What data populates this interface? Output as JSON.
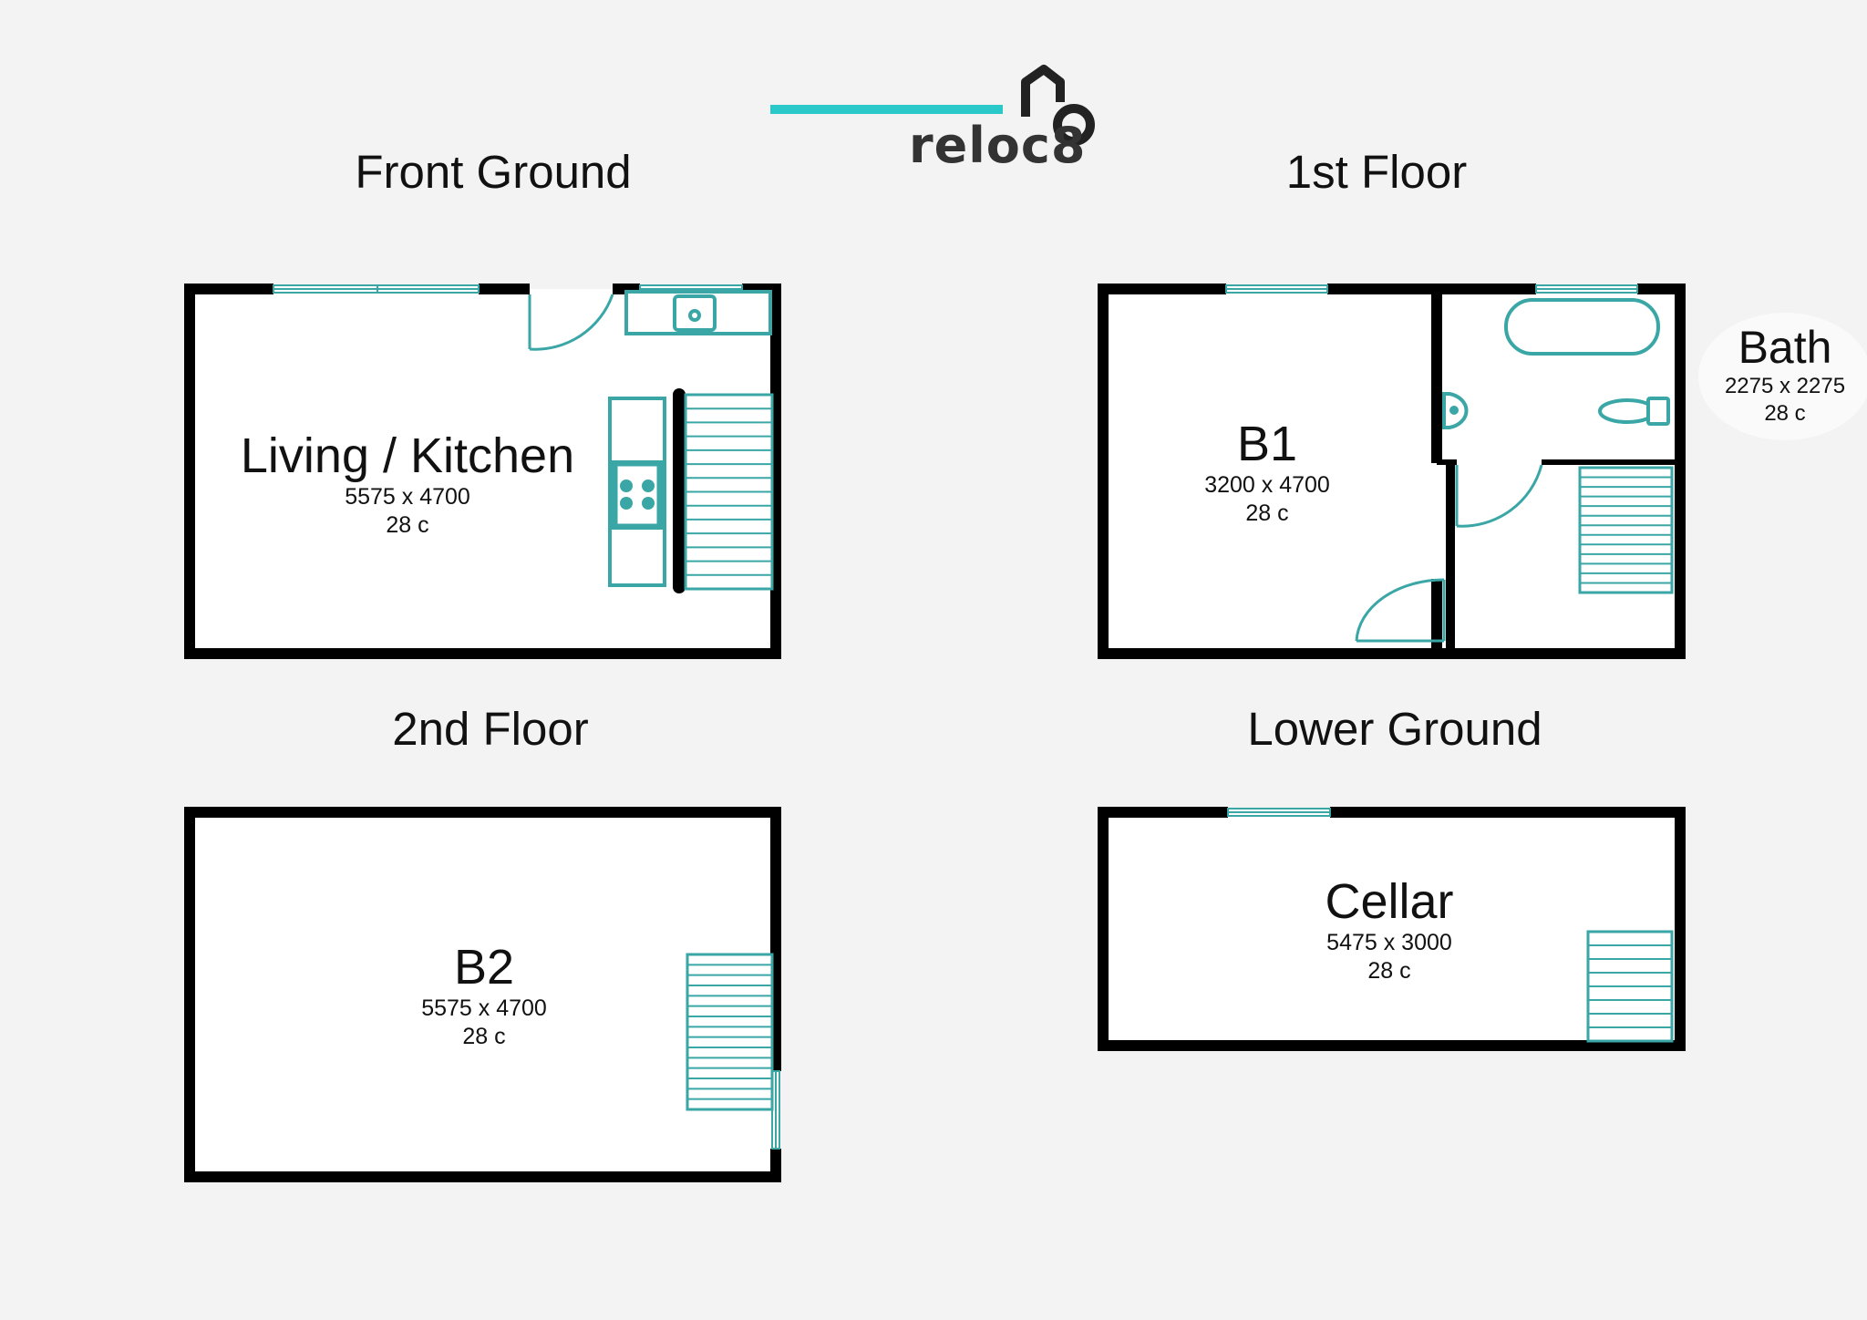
{
  "brand": {
    "name": "reloc8",
    "accent_color": "#2bc8c9",
    "text_color": "#333333"
  },
  "colors": {
    "wall": "#000000",
    "fixture": "#3aa6a6",
    "background": "#f3f3f3",
    "room_fill": "#ffffff"
  },
  "floors": {
    "front_ground": {
      "title": "Front Ground",
      "rooms": [
        {
          "name": "Living / Kitchen",
          "dims": "5575 x 4700",
          "area": "28 c"
        }
      ]
    },
    "first_floor": {
      "title": "1st Floor",
      "rooms": [
        {
          "name": "B1",
          "dims": "3200 x 4700",
          "area": "28 c"
        },
        {
          "name": "Bath",
          "dims": "2275 x 2275",
          "area": "28 c"
        }
      ]
    },
    "second_floor": {
      "title": "2nd Floor",
      "rooms": [
        {
          "name": "B2",
          "dims": "5575 x 4700",
          "area": "28 c"
        }
      ]
    },
    "lower_ground": {
      "title": "Lower Ground",
      "rooms": [
        {
          "name": "Cellar",
          "dims": "5475 x 3000",
          "area": "28 c"
        }
      ]
    }
  }
}
